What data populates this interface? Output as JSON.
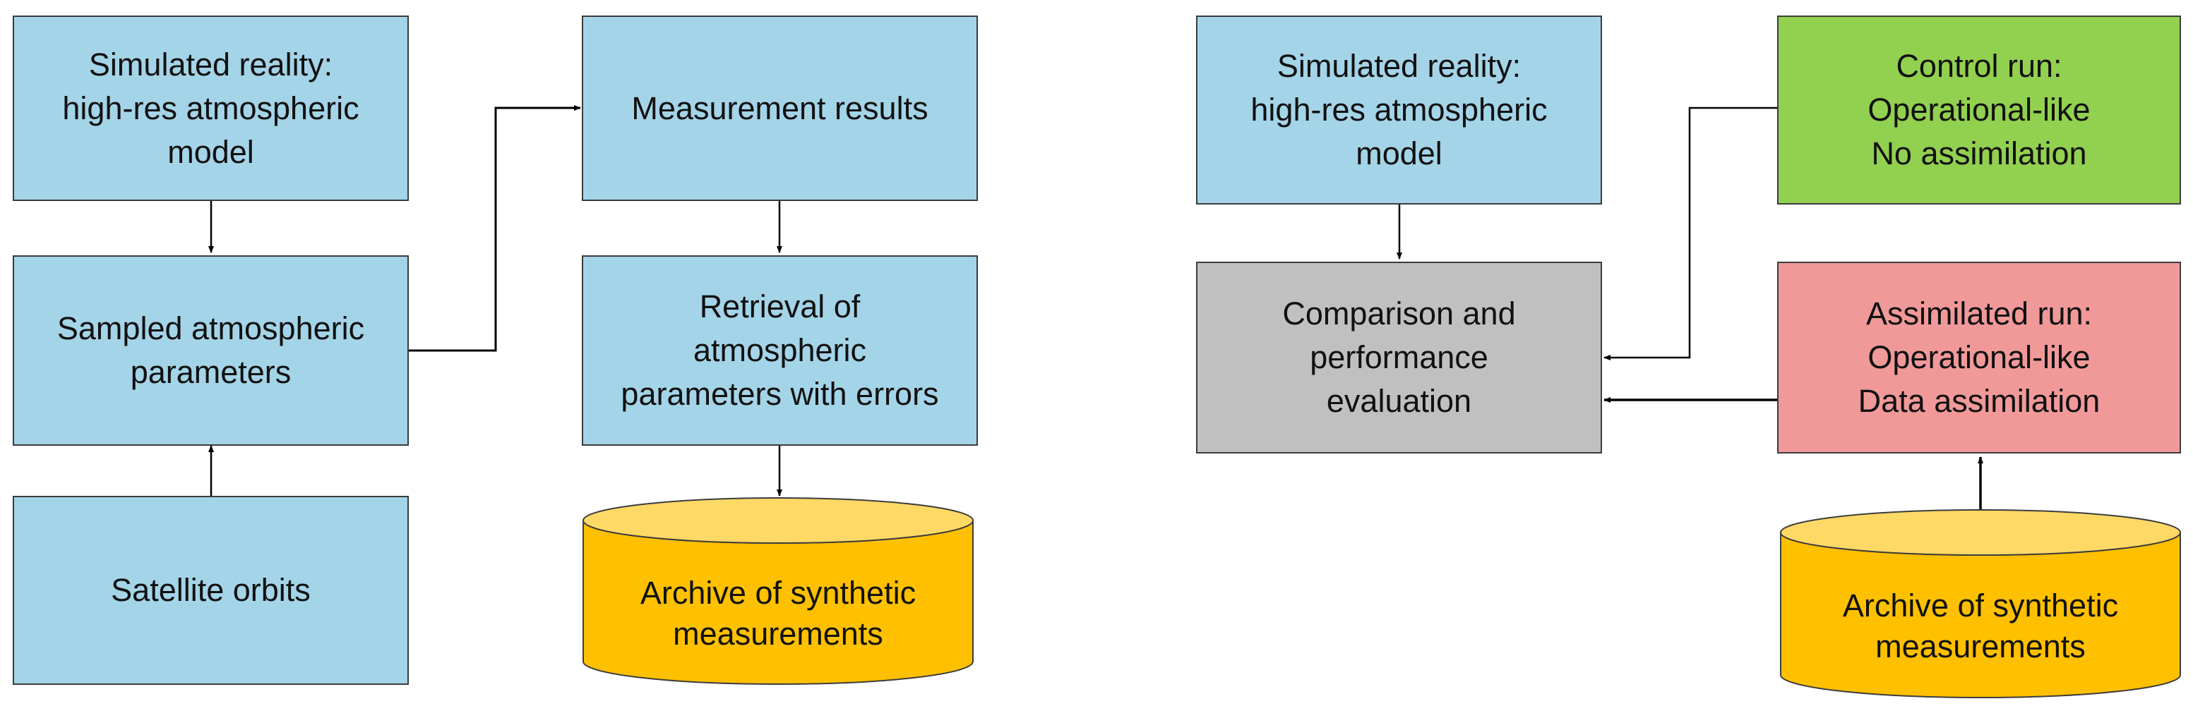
{
  "colors": {
    "process": "#a4d4e8",
    "comparison": "#c0c0c0",
    "control": "#92d050",
    "assimilated": "#f19999",
    "archive": "#ffc000",
    "archive_top": "#ffd966",
    "edge": "#3c3c3c"
  },
  "left": {
    "simulated_reality": "Simulated reality:\nhigh-res atmospheric\nmodel",
    "sampled_parameters": "Sampled atmospheric\nparameters",
    "satellite_orbits": "Satellite orbits",
    "measurement_results": "Measurement results",
    "retrieval": "Retrieval of\natmospheric\nparameters with errors",
    "archive": "Archive of synthetic\nmeasurements"
  },
  "right": {
    "simulated_reality": "Simulated reality:\nhigh-res atmospheric\nmodel",
    "comparison": "Comparison and\nperformance\nevaluation",
    "control_run": "Control run:\nOperational-like\nNo assimilation",
    "assimilated_run": "Assimilated run:\nOperational-like\nData assimilation",
    "archive": "Archive of synthetic\nmeasurements"
  }
}
